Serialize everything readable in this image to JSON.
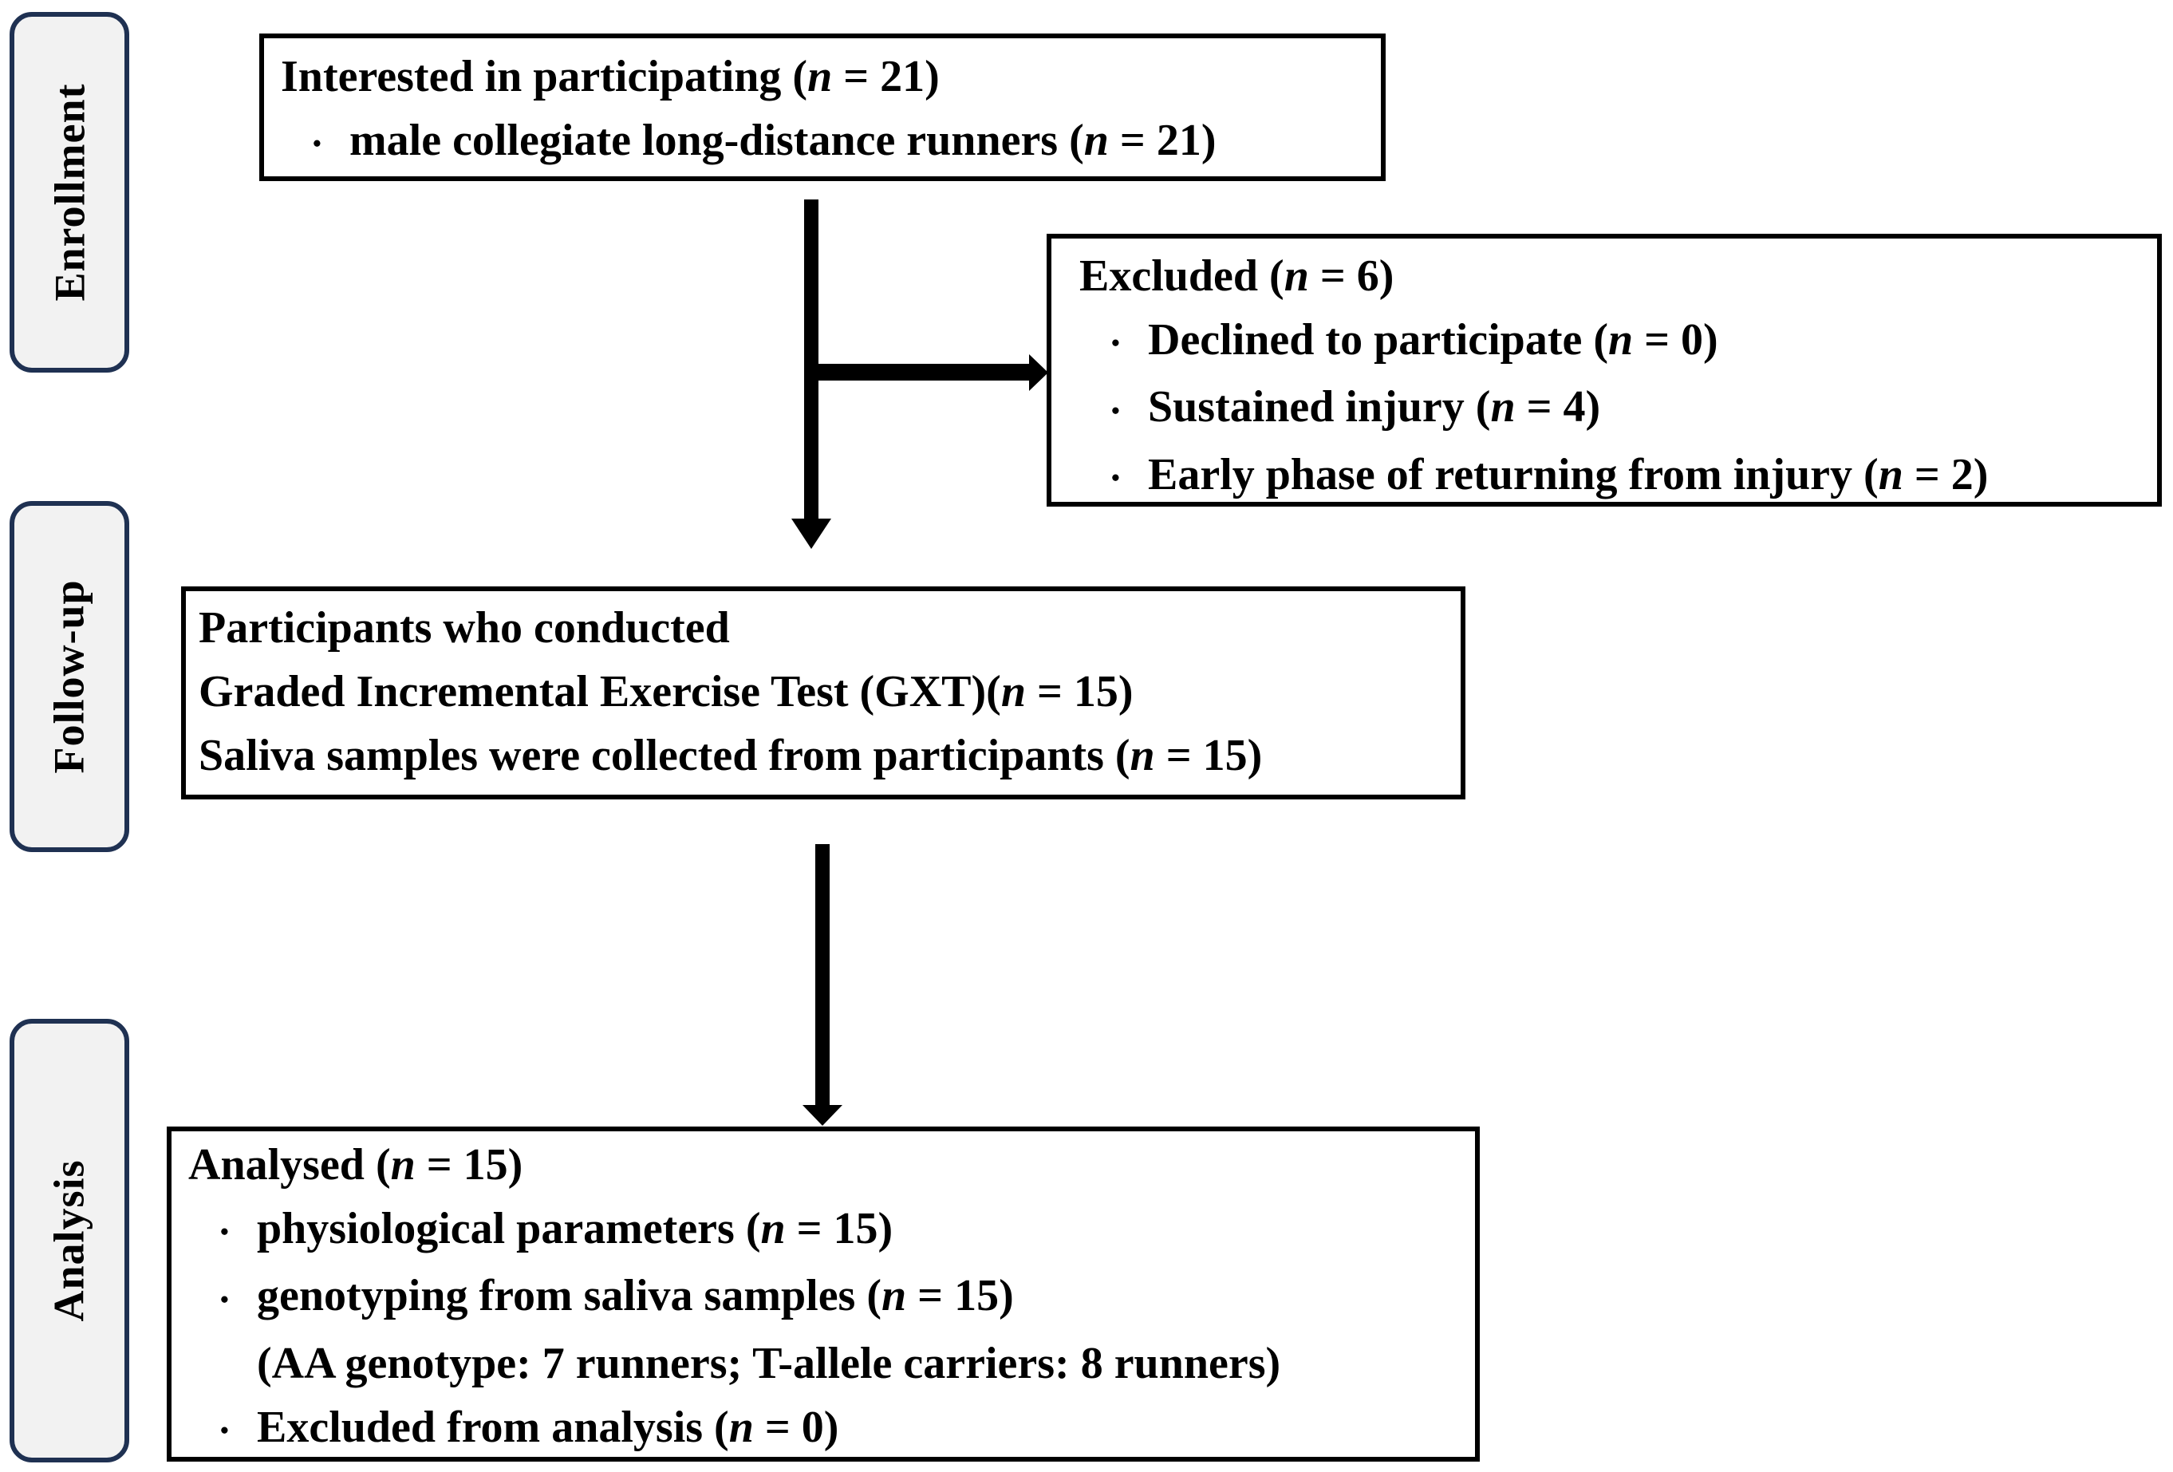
{
  "colors": {
    "background": "#ffffff",
    "text": "#000000",
    "arrow": "#000000",
    "flow_box_border": "#000000",
    "stage_box_border": "#1f3152",
    "stage_box_fill": "#f2f2f2"
  },
  "bullet_char": "•",
  "stages": [
    {
      "label": "Enrollment"
    },
    {
      "label": "Follow-up"
    },
    {
      "label": "Analysis"
    }
  ],
  "boxes": {
    "interested": {
      "title": "Interested in participating (*n* = 21)",
      "bullets": [
        "male collegiate long-distance runners (*n* = 21)"
      ]
    },
    "excluded": {
      "title": "Excluded (*n* = 6)",
      "bullets": [
        "Declined to participate (*n* = 0)",
        "Sustained injury (*n* = 4)",
        "Early phase of returning from injury (*n* = 2)"
      ]
    },
    "follow_up": {
      "lines": [
        "Participants who conducted",
        "Graded Incremental Exercise Test (GXT)(*n* = 15)",
        "Saliva samples were collected from participants (*n* = 15)"
      ]
    },
    "analysed": {
      "title": "Analysed (*n* = 15)",
      "bullets": [
        "physiological parameters (*n* = 15)",
        "genotyping from saliva samples (*n* = 15)",
        "Excluded from analysis (*n* = 0)"
      ],
      "note": "(AA genotype: 7 runners; T-allele carriers: 8 runners)"
    }
  }
}
